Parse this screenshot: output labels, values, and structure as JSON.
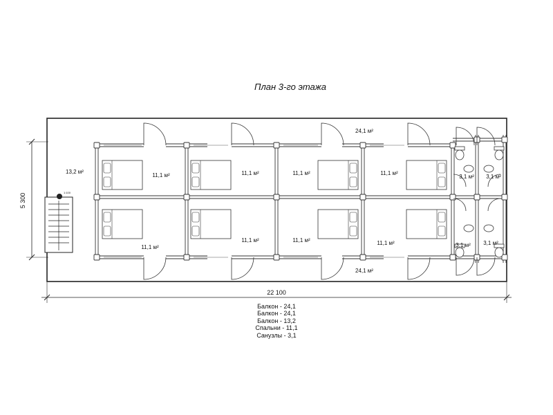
{
  "title": "План 3-го этажа",
  "dimensions": {
    "width": "22 100",
    "height": "5 300"
  },
  "areas": {
    "balcony_left": "13,2 м²",
    "balcony_top": "24,1 м²",
    "balcony_bottom": "24,1 м²",
    "bedroom": "11,1 м²",
    "bathroom": "3,1 м²"
  },
  "stair_label": "1:100",
  "legend": [
    "Балкон - 24,1",
    "Балкон - 24,1",
    "Балкон - 13,2",
    "Спальни - 11,1",
    "Санузлы - 3,1"
  ]
}
